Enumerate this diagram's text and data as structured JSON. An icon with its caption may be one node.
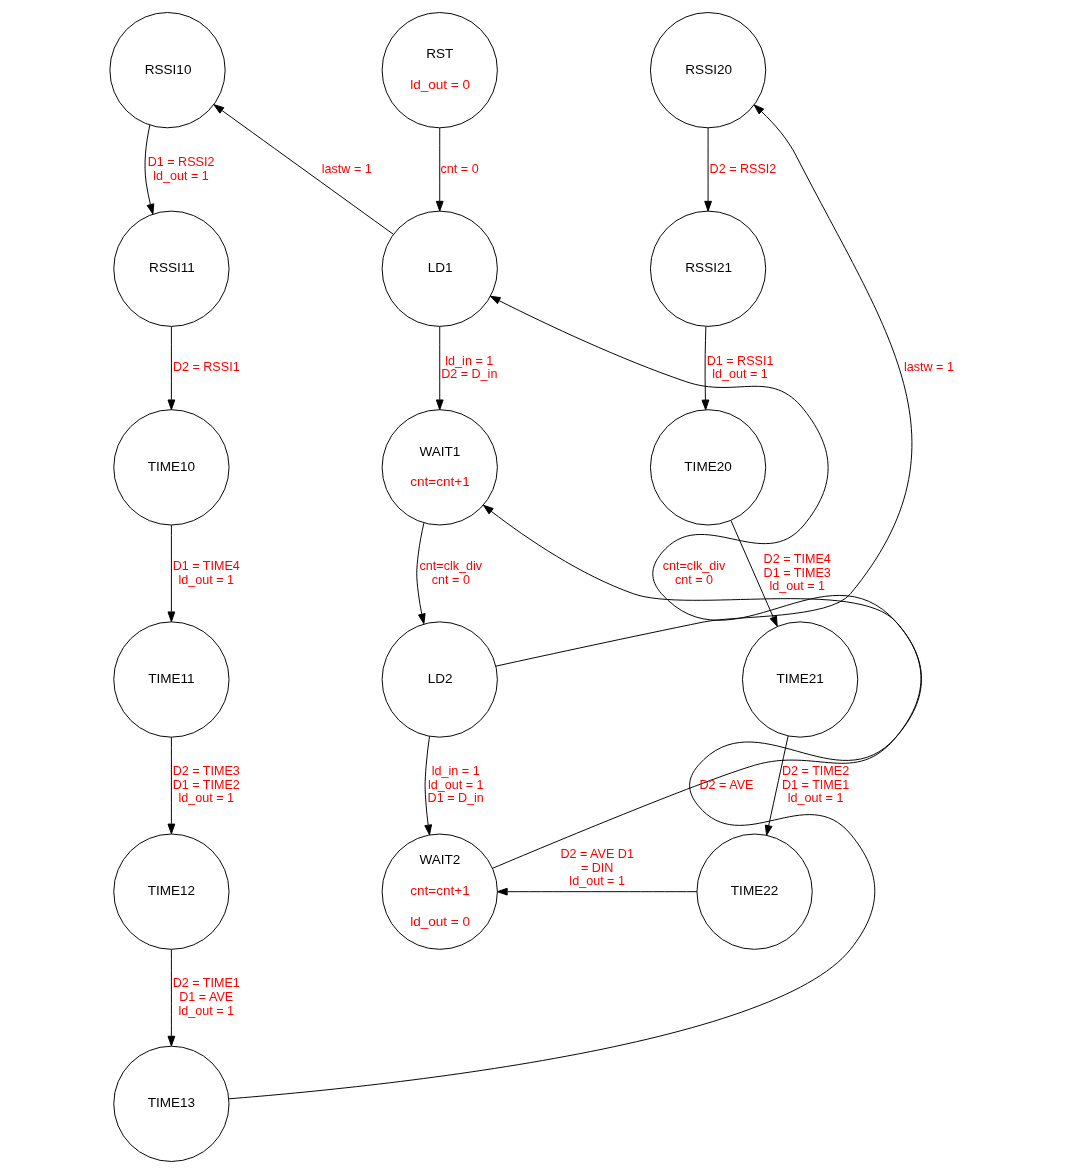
{
  "diagram": {
    "nodes": [
      {
        "text": [
          "RSSI10"
        ]
      },
      {
        "text": [
          "RST",
          "ld_out = 0"
        ]
      },
      {
        "text": [
          "RSSI20"
        ]
      },
      {
        "text": [
          "RSSI11"
        ]
      },
      {
        "text": [
          "LD1"
        ]
      },
      {
        "text": [
          "RSSI21"
        ]
      },
      {
        "text": [
          "TIME10"
        ]
      },
      {
        "text": [
          "WAIT1",
          "cnt=cnt+1"
        ]
      },
      {
        "text": [
          "TIME20"
        ]
      },
      {
        "text": [
          "TIME11"
        ]
      },
      {
        "text": [
          "LD2"
        ]
      },
      {
        "text": [
          "TIME21"
        ]
      },
      {
        "text": [
          "TIME12"
        ]
      },
      {
        "text": [
          "WAIT2",
          "cnt=cnt+1",
          "ld_out = 0"
        ]
      },
      {
        "text": [
          "TIME22"
        ]
      },
      {
        "text": [
          "TIME13"
        ]
      }
    ],
    "edges": [
      {
        "from": 1,
        "to": 4,
        "arrow": "to",
        "label": "cnt = 0"
      },
      {
        "from": 4,
        "to": 0,
        "arrow": "to",
        "label": "lastw = 1"
      },
      {
        "from": 4,
        "to": 7,
        "arrow": "to",
        "label": "ld_in = 1 D2 = D_in"
      },
      {
        "from": 7,
        "to": 10,
        "arrow": "to",
        "label": "cnt=clk_div cnt = 0"
      },
      {
        "from": 10,
        "to": 2,
        "arrow": "to",
        "label": "lastw = 1"
      },
      {
        "from": 10,
        "to": 13,
        "arrow": "to",
        "label": "ld_in = 1 ld_out = 1 D1 = D_in"
      },
      {
        "from": 13,
        "to": 4,
        "arrow": "to",
        "label": "cnt=clk_div cnt = 0"
      },
      {
        "from": 0,
        "to": 3,
        "arrow": "to",
        "label": "D1 = RSSI2 ld_out = 1"
      },
      {
        "from": 3,
        "to": 6,
        "arrow": "to",
        "label": "D2 = RSSI1"
      },
      {
        "from": 6,
        "to": 9,
        "arrow": "to",
        "label": "D1 = TIME4 ld_out = 1"
      },
      {
        "from": 9,
        "to": 12,
        "arrow": "to",
        "label": "D2 = TIME3 D1 = TIME2 ld_out = 1"
      },
      {
        "from": 12,
        "to": 15,
        "arrow": "to",
        "label": "D2 = TIME1 D1 = AVE ld_out = 1"
      },
      {
        "from": 15,
        "to": 7,
        "arrow": "to",
        "label": "D2 = AVE"
      },
      {
        "from": 2,
        "to": 5,
        "arrow": "to",
        "label": "D2 = RSSI2"
      },
      {
        "from": 5,
        "to": 8,
        "arrow": "to",
        "label": "D1 = RSSI1 ld_out = 1"
      },
      {
        "from": 8,
        "to": 11,
        "arrow": "to",
        "label": "D2 = TIME4 D1 = TIME3 ld_out = 1"
      },
      {
        "from": 11,
        "to": 14,
        "arrow": "to",
        "label": "D2 = TIME2 D1 = TIME1 ld_out = 1"
      },
      {
        "from": 14,
        "to": 13,
        "arrow": "to",
        "label": "D2 = AVE D1 = DIN ld_out = 1"
      }
    ]
  }
}
